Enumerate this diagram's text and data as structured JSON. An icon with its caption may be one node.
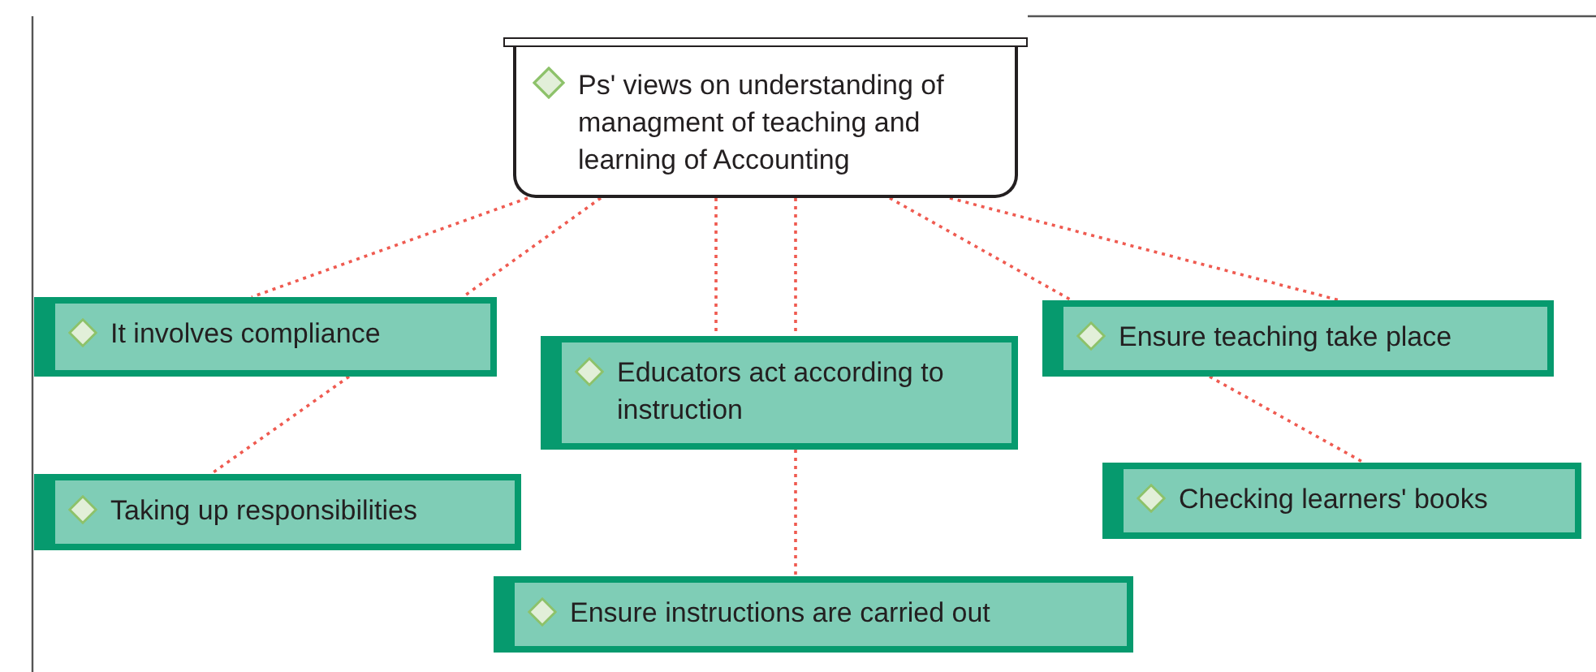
{
  "diagram": {
    "nodes": [
      {
        "text": [
          "Ps' views on understanding of managment of teaching and learning of Accounting"
        ]
      },
      {
        "text": [
          "It involves compliance"
        ]
      },
      {
        "text": [
          "Taking up responsibilities"
        ]
      },
      {
        "text": [
          "Educators act according to instruction"
        ]
      },
      {
        "text": [
          "Ensure teaching take place"
        ]
      },
      {
        "text": [
          "Checking learners' books"
        ]
      },
      {
        "text": [
          "Ensure instructions are carried out"
        ]
      }
    ],
    "edges": [
      {
        "from": 0,
        "to": 1,
        "arrow": "none",
        "style": "dashed"
      },
      {
        "from": 0,
        "to": 1,
        "arrow": "none",
        "style": "dashed"
      },
      {
        "from": 1,
        "to": 2,
        "arrow": "none",
        "style": "dashed"
      },
      {
        "from": 0,
        "to": 3,
        "arrow": "none",
        "style": "dashed"
      },
      {
        "from": 0,
        "to": 3,
        "arrow": "none",
        "style": "dashed"
      },
      {
        "from": 3,
        "to": 6,
        "arrow": "none",
        "style": "dashed"
      },
      {
        "from": 0,
        "to": 4,
        "arrow": "none",
        "style": "dashed"
      },
      {
        "from": 0,
        "to": 4,
        "arrow": "none",
        "style": "dashed"
      },
      {
        "from": 4,
        "to": 5,
        "arrow": "none",
        "style": "dashed"
      }
    ]
  }
}
